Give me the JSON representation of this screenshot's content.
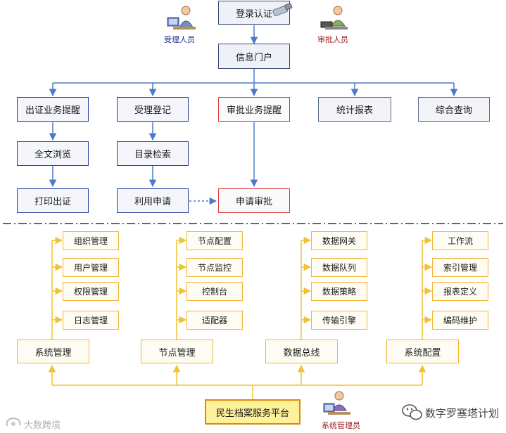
{
  "top": {
    "login": "登录认证",
    "portal": "信息门户",
    "receiver": "受理人员",
    "approver": "审批人员"
  },
  "columns": {
    "c1": [
      "出证业务提醒",
      "全文浏览",
      "打印出证"
    ],
    "c2": [
      "受理登记",
      "目录检索",
      "利用申请"
    ],
    "c3": [
      "审批业务提醒",
      "申请审批"
    ],
    "c4": [
      "统计报表"
    ],
    "c5": [
      "综合查询"
    ]
  },
  "groups": [
    {
      "title": "系统管理",
      "items": [
        "组织管理",
        "用户管理",
        "权限管理",
        "日志管理"
      ]
    },
    {
      "title": "节点管理",
      "items": [
        "节点配置",
        "节点监控",
        "控制台",
        "适配器"
      ]
    },
    {
      "title": "数据总线",
      "items": [
        "数据网关",
        "数据队列",
        "数据策略",
        "传输引擎"
      ]
    },
    {
      "title": "系统配置",
      "items": [
        "工作流",
        "索引管理",
        "报表定义",
        "编码维护"
      ]
    }
  ],
  "bottom": {
    "platform": "民生档案服务平台",
    "admin": "系统管理员"
  },
  "watermarks": {
    "left": "大数跨境",
    "right": "数字罗塞塔计划"
  },
  "colors": {
    "blue_line": "#4a7ac9",
    "blue_border": "#2b3fa0",
    "red_border": "#d63b3b",
    "orange_line": "#f2c230",
    "orange_border": "#f2b234"
  }
}
